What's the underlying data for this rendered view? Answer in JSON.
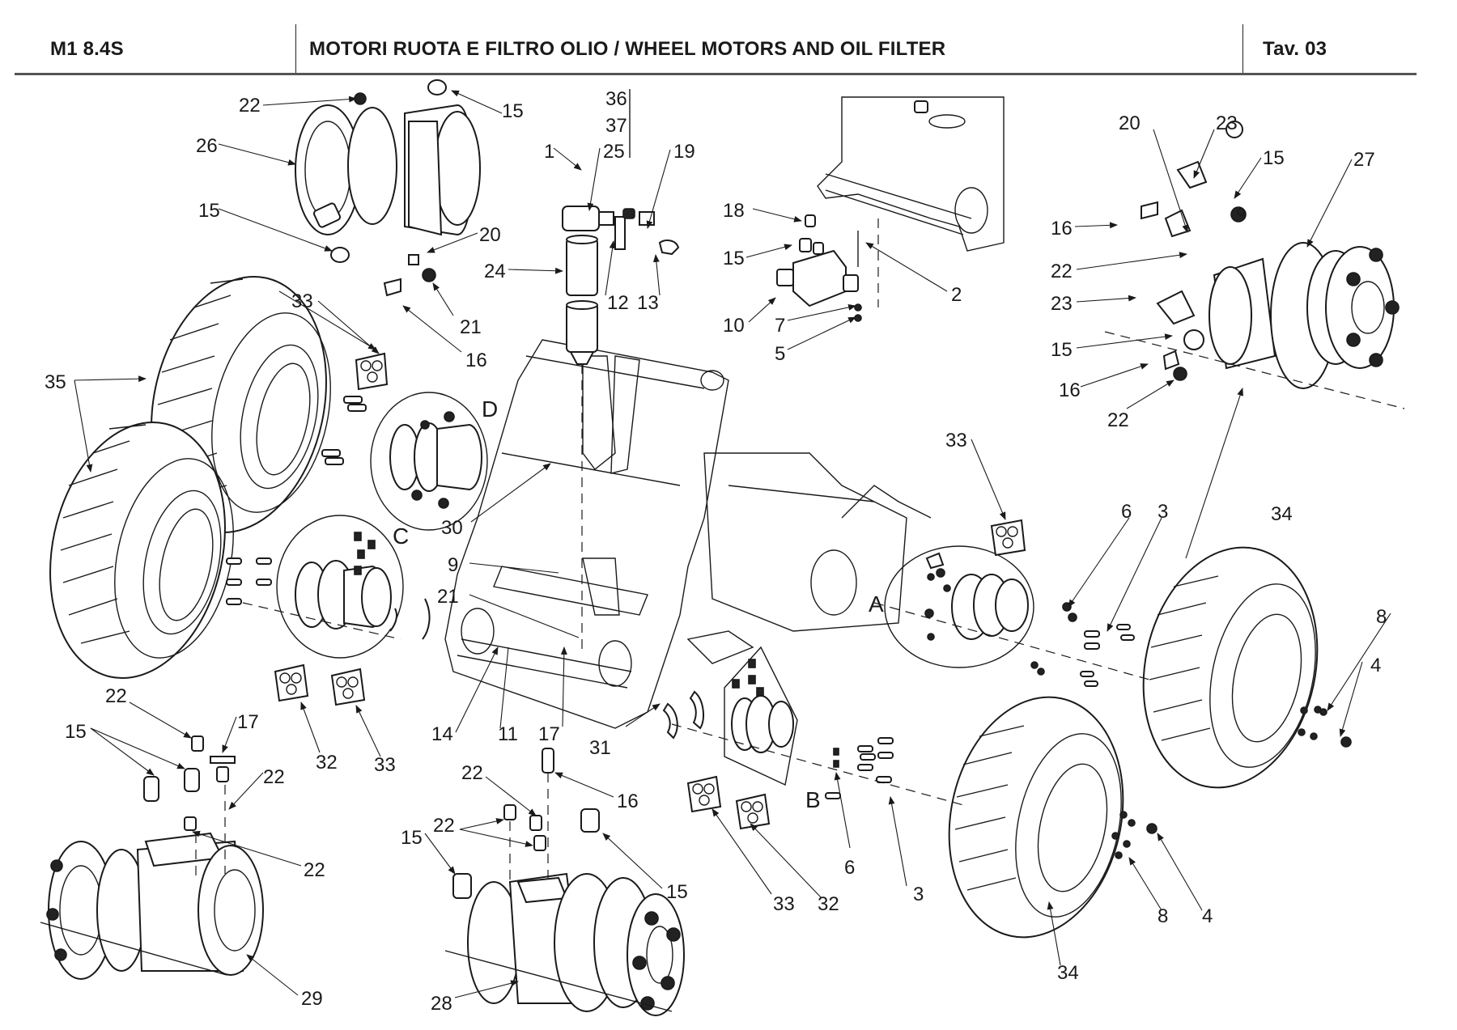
{
  "header": {
    "model": "M1 8.4S",
    "title": "MOTORI RUOTA E FILTRO OLIO / WHEEL MOTORS AND OIL FILTER",
    "table": "Tav.  03"
  },
  "detail_views": {
    "A": "A",
    "B": "B",
    "C": "C",
    "D": "D"
  },
  "callouts": {
    "c1": "1",
    "c2": "2",
    "c3a": "3",
    "c3b": "3",
    "c4a": "4",
    "c4b": "4",
    "c5": "5",
    "c6a": "6",
    "c6b": "6",
    "c7": "7",
    "c8a": "8",
    "c8b": "8",
    "c9": "9",
    "c10": "10",
    "c11": "11",
    "c12": "12",
    "c13": "13",
    "c14": "14",
    "c15a": "15",
    "c15b": "15",
    "c15c": "15",
    "c15d": "15",
    "c15e": "15",
    "c15f": "15",
    "c15g": "15",
    "c15h": "15",
    "c16a": "16",
    "c16b": "16",
    "c16c": "16",
    "c16d": "16",
    "c17a": "17",
    "c17b": "17",
    "c18": "18",
    "c19": "19",
    "c20a": "20",
    "c20b": "20",
    "c21a": "21",
    "c21b": "21",
    "c22a": "22",
    "c22b": "22",
    "c22c": "22",
    "c22d": "22",
    "c22e": "22",
    "c22f": "22",
    "c22g": "22",
    "c22h": "22",
    "c23a": "23",
    "c23b": "23",
    "c24": "24",
    "c25": "25",
    "c26": "26",
    "c27": "27",
    "c28": "28",
    "c29": "29",
    "c30": "30",
    "c31": "31",
    "c32a": "32",
    "c32b": "32",
    "c33a": "33",
    "c33b": "33",
    "c33c": "33",
    "c33d": "33",
    "c34a": "34",
    "c34b": "34",
    "c35": "35",
    "c36": "36",
    "c37": "37"
  }
}
